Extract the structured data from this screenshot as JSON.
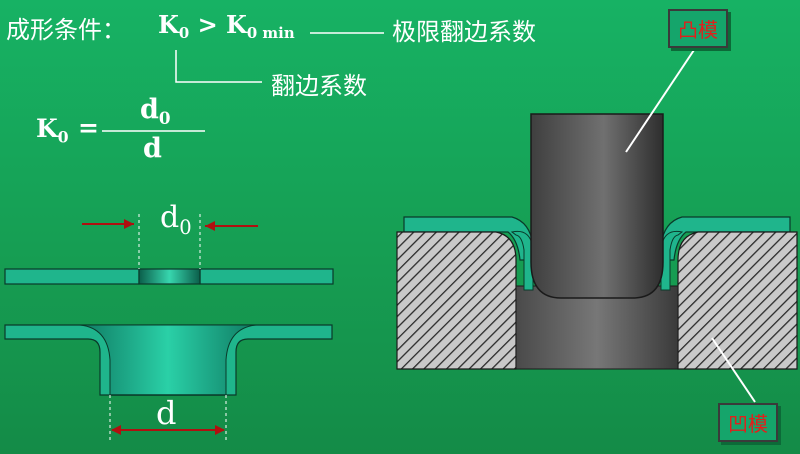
{
  "condition_label": "成形条件：",
  "condition_lhs_base": "K",
  "condition_lhs_sub": "0",
  "condition_op": ">",
  "condition_rhs_base": "K",
  "condition_rhs_sub": "0 min",
  "limit_label": "极限翻边系数",
  "coef_label": "翻边系数",
  "formula_lhs_base": "K",
  "formula_lhs_sub": "0",
  "formula_eq": "=",
  "formula_num_base": "d",
  "formula_num_sub": "0",
  "formula_den": "d",
  "dim_d0_base": "d",
  "dim_d0_sub": "0",
  "dim_d": "d",
  "punch_label": "凸模",
  "die_label": "凹模"
}
